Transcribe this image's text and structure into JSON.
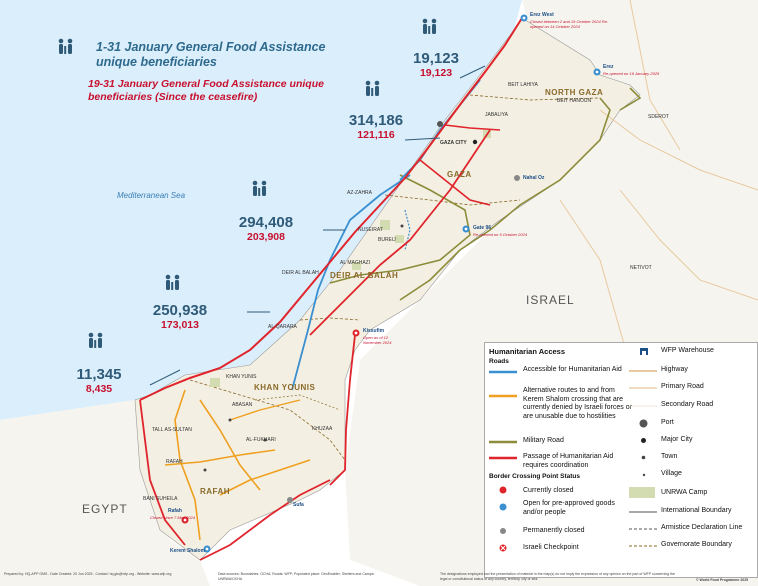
{
  "titles": {
    "main": "1-31 January General Food Assistance unique beneficiaries",
    "sub": "19-31 January General Food Assistance unique beneficiaries (Since the ceasefire)"
  },
  "labels": {
    "sea": "Mediterranean Sea",
    "israel": "ISRAEL",
    "egypt": "EGYPT"
  },
  "governorates": [
    {
      "name": "NORTH GAZA",
      "jan_total": "19,123",
      "since_ceasefire": "19,123"
    },
    {
      "name": "GAZA",
      "jan_total": "314,186",
      "since_ceasefire": "121,116"
    },
    {
      "name": "DEIR AL BALAH",
      "jan_total": "294,408",
      "since_ceasefire": "203,908"
    },
    {
      "name": "KHAN YOUNIS",
      "jan_total": "250,938",
      "since_ceasefire": "173,013"
    },
    {
      "name": "RAFAH",
      "jan_total": "11,345",
      "since_ceasefire": "8,435"
    }
  ],
  "towns": [
    "BEIT LAHIYA",
    "BEIT HANOUN",
    "JABALIYA",
    "SDEROT",
    "GAZA CITY",
    "AZ-ZAHRA",
    "NUSEIRAT",
    "BUREIJ",
    "DEIR AL BALAH",
    "AL MAGHAZI",
    "NETIVOT",
    "AL-QARARA",
    "KHAN YUNIS",
    "ABASAN",
    "AL-FUKHARI",
    "KHUZAA",
    "TALL AS-SULTAN",
    "RAFAH",
    "BANI SUHEILA"
  ],
  "crossings": [
    {
      "name": "Erez West",
      "note": "Closed between 2 and 19 October 2024 Re-opened on 14 October 2024"
    },
    {
      "name": "Erez",
      "note": "Re-opened on 19 January 2025"
    },
    {
      "name": "Nahal Oz",
      "note": ""
    },
    {
      "name": "Gate 96",
      "note": "Re-opened on 5 October 2024"
    },
    {
      "name": "Kissufim",
      "note": "Open as of 12 November 2024"
    },
    {
      "name": "Rafah",
      "note": "Closed since 7 May 2024"
    },
    {
      "name": "Sufa",
      "note": ""
    },
    {
      "name": "Kerem Shalom",
      "note": ""
    }
  ],
  "legend": {
    "title": "Humanitarian Access",
    "roads_heading": "Roads",
    "roads": [
      {
        "label": "Accessible for Humanitarian Aid",
        "color": "#3a8fd0"
      },
      {
        "label": "Alternative routes to and from Kerem Shalom crossing that are currently denied by Israeli forces or are unusable due to hostilities",
        "color": "#f0a020"
      },
      {
        "label": "Military Road",
        "color": "#8c8c3a"
      },
      {
        "label": "Passage of Humanitarian Aid requires coordination",
        "color": "#e0242c"
      }
    ],
    "crossing_heading": "Border Crossing Point Status",
    "crossing_status": [
      {
        "label": "Currently closed",
        "color": "#e0242c"
      },
      {
        "label": "Open for pre-approved goods and/or people",
        "color": "#3a8fd0"
      },
      {
        "label": "Permanently closed",
        "color": "#888888"
      },
      {
        "label": "Israeli Checkpoint",
        "color": "#e0242c"
      }
    ],
    "right_items": [
      {
        "label": "WFP Warehouse"
      },
      {
        "label": "Highway"
      },
      {
        "label": "Primary Road"
      },
      {
        "label": "Secondary Road"
      },
      {
        "label": "Port"
      },
      {
        "label": "Major City"
      },
      {
        "label": "Town"
      },
      {
        "label": "Village"
      },
      {
        "label": "UNRWA Camp"
      },
      {
        "label": "International Boundary"
      },
      {
        "label": "Armistice Declaration Line"
      },
      {
        "label": "Governorate Boundary"
      }
    ]
  },
  "footer": {
    "left": "Prepared by: HQ-APP GMS - Date Created: 20 Jun 2025 - Contact: hq.gis@wfp.org - Website: www.wfp.org",
    "middle": "Data sources: Boundaries: OCHA; Roads: WFP; Populated place: GeoEnabler; Shelters and Camps: UNRWA/OCHA",
    "right": "The designations employed and the presentation of material in the map(s) do not imply the expression of any opinion on the part of WFP concerning the legal or constitutional status of any country, territory, city or sea.",
    "brand": "© World Food Programme 2025"
  },
  "colors": {
    "sea": "#dbeefb",
    "land": "#f3f1e9",
    "red_road": "#e0242c",
    "blue_road": "#3a8fd0",
    "orange_road": "#f0a020",
    "military_road": "#8c8c3a",
    "stat_blue": "#2f5a78",
    "stat_red": "#c8102e"
  }
}
